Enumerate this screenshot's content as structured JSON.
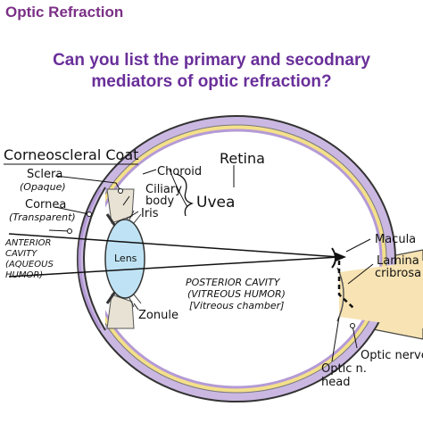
{
  "header": {
    "title": "Optic Refraction"
  },
  "question": {
    "line1": "Can you list the primary and secodnary",
    "line2": "mediators of optic refraction?"
  },
  "labels": {
    "corneoscleral_coat": "Corneoscleral Coat",
    "sclera": "Sclera",
    "sclera_sub": "(Opaque)",
    "cornea": "Cornea",
    "cornea_sub": "(Transparent)",
    "anterior_1": "ANTERIOR",
    "anterior_2": "CAVITY",
    "anterior_3": "(AQUEOUS",
    "anterior_4": "HUMOR)",
    "lens": "Lens",
    "choroid": "Choroid",
    "ciliary_1": "Ciliary",
    "ciliary_2": "body",
    "iris": "Iris",
    "uvea": "Uvea",
    "retina": "Retina",
    "zonule": "Zonule",
    "posterior_1": "POSTERIOR CAVITY",
    "posterior_2": "(VITREOUS HUMOR)",
    "posterior_3": "[Vitreous chamber]",
    "macula": "Macula",
    "lamina_1": "Lamina",
    "lamina_2": "cribrosa",
    "optic_nerve": "Optic nerve",
    "optic_head_1": "Optic n.",
    "optic_head_2": "head"
  },
  "colors": {
    "title": "#7b2f86",
    "question": "#6a2f9a",
    "sclera": "#cbb8e2",
    "retina": "#f4e08a",
    "lens": "#bfe3f4",
    "nerve": "#f7e3b3"
  }
}
